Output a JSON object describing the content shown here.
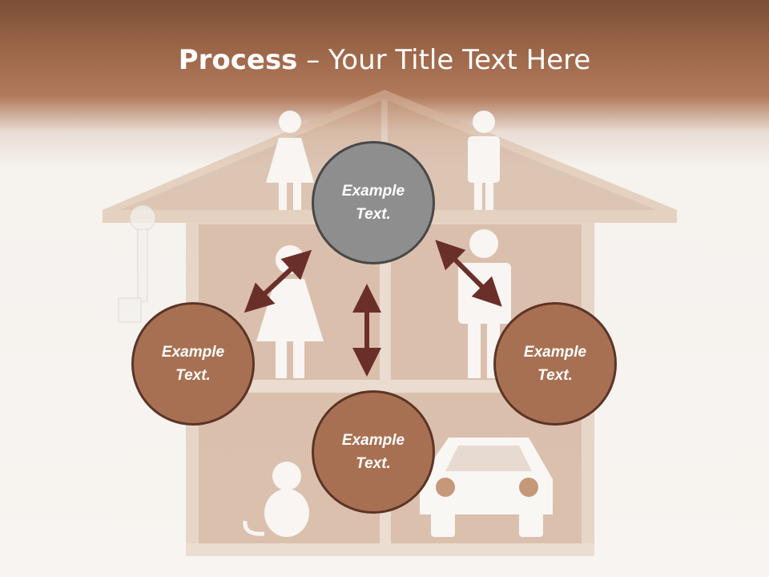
{
  "title": {
    "bold": "Process",
    "rest": " – Your Title Text Here"
  },
  "nodes": [
    {
      "id": "top",
      "label": [
        "Example",
        "Text."
      ],
      "style": "gray"
    },
    {
      "id": "left",
      "label": [
        "Example",
        "Text."
      ],
      "style": "brown"
    },
    {
      "id": "right",
      "label": [
        "Example",
        "Text."
      ],
      "style": "brown"
    },
    {
      "id": "bottom",
      "label": [
        "Example",
        "Text."
      ],
      "style": "brown"
    }
  ],
  "colors": {
    "header": "#9b6547",
    "node_fill": "#a87052",
    "node_border": "#5b3527",
    "center_fill": "#8e8e8e",
    "arrow": "#6b2f2a"
  },
  "background_icons": [
    "house-shelf",
    "key",
    "girl-figure",
    "boy-figure",
    "woman-figure",
    "man-figure",
    "dog-figure",
    "car-figure"
  ]
}
